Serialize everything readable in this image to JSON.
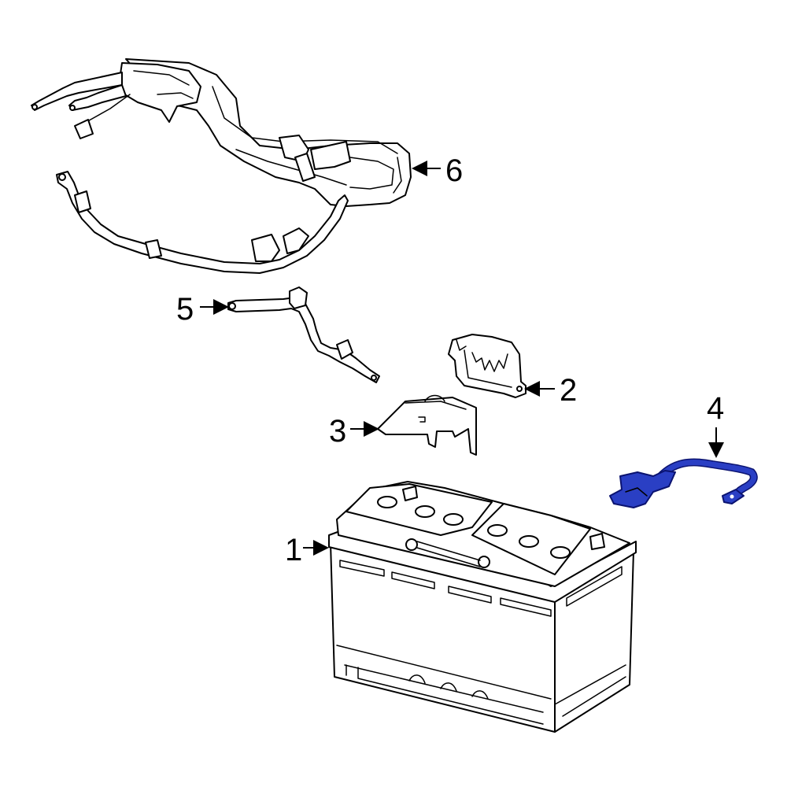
{
  "colors": {
    "line": "#000000",
    "background": "#ffffff",
    "highlight": "#2a3fc4"
  },
  "callouts": [
    {
      "id": "1",
      "label": "1"
    },
    {
      "id": "2",
      "label": "2"
    },
    {
      "id": "3",
      "label": "3"
    },
    {
      "id": "4",
      "label": "4"
    },
    {
      "id": "5",
      "label": "5"
    },
    {
      "id": "6",
      "label": "6"
    }
  ]
}
